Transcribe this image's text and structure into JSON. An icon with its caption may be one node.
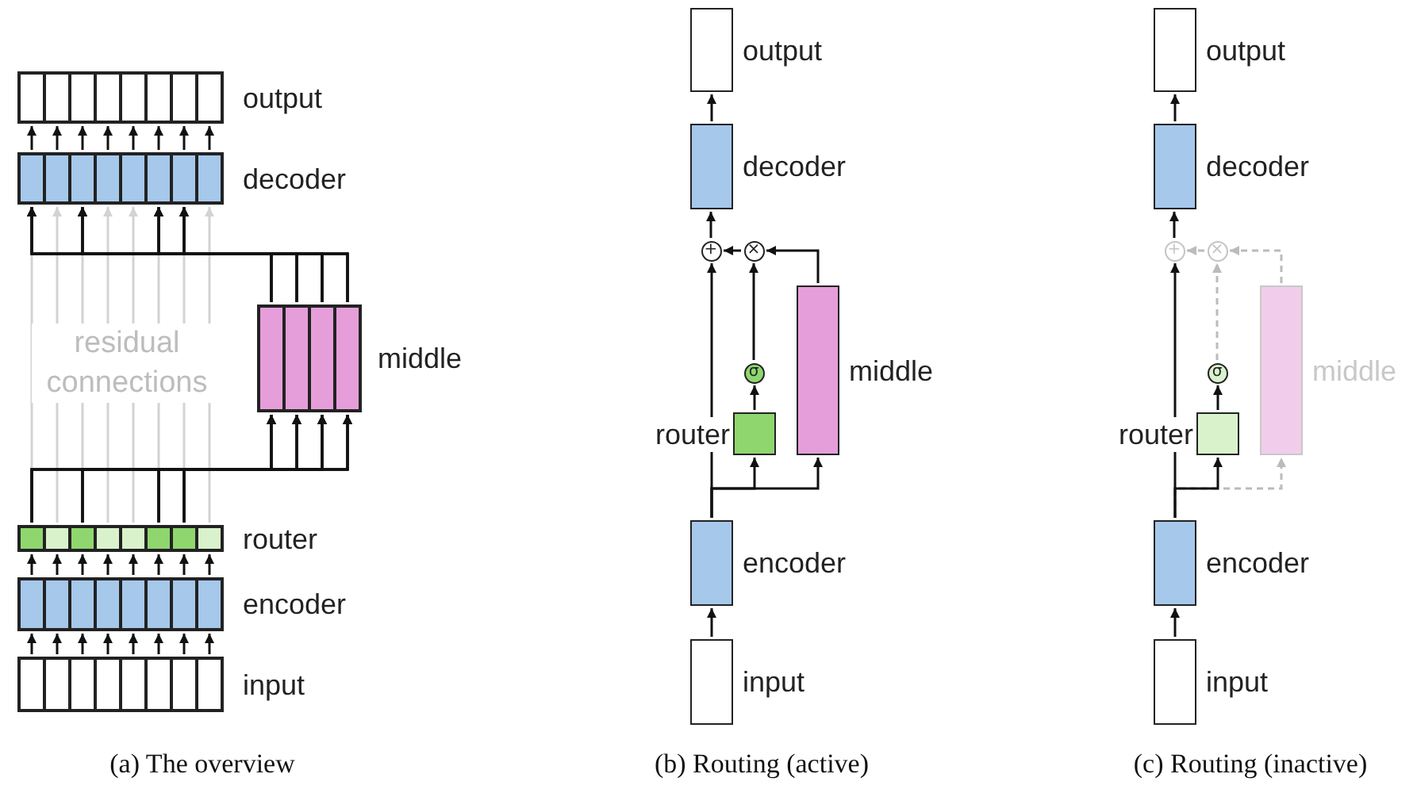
{
  "diagram": {
    "nodes": [
      {
        "text": [],
        "shape": "box",
        "beside": [
          "output"
        ]
      },
      {
        "text": [],
        "shape": "box",
        "in": 0
      },
      {
        "text": [],
        "shape": "box",
        "in": 0
      },
      {
        "text": [],
        "shape": "box",
        "in": 0
      },
      {
        "text": [],
        "shape": "box",
        "in": 0
      },
      {
        "text": [],
        "shape": "box",
        "in": 0
      },
      {
        "text": [],
        "shape": "box",
        "in": 0
      },
      {
        "text": [],
        "shape": "box",
        "in": 0
      },
      {
        "text": [],
        "shape": "box",
        "in": 0
      },
      {
        "text": [],
        "shape": "box",
        "beside": [
          "decoder"
        ]
      },
      {
        "text": [],
        "shape": "box",
        "in": 9
      },
      {
        "text": [],
        "shape": "box",
        "in": 9
      },
      {
        "text": [],
        "shape": "box",
        "in": 9
      },
      {
        "text": [],
        "shape": "box",
        "in": 9
      },
      {
        "text": [],
        "shape": "box",
        "in": 9
      },
      {
        "text": [],
        "shape": "box",
        "in": 9
      },
      {
        "text": [],
        "shape": "box",
        "in": 9
      },
      {
        "text": [],
        "shape": "box",
        "in": 9
      },
      {
        "text": [],
        "shape": "box",
        "beside": [
          "middle"
        ]
      },
      {
        "text": [],
        "shape": "box",
        "in": 18
      },
      {
        "text": [],
        "shape": "box",
        "in": 18
      },
      {
        "text": [],
        "shape": "box",
        "in": 18
      },
      {
        "text": [],
        "shape": "box",
        "in": 18
      },
      {
        "text": [],
        "shape": "box",
        "beside": [
          "router"
        ]
      },
      {
        "text": [],
        "shape": "box",
        "in": 23
      },
      {
        "text": [],
        "shape": "box",
        "in": 23
      },
      {
        "text": [],
        "shape": "box",
        "in": 23
      },
      {
        "text": [],
        "shape": "box",
        "in": 23
      },
      {
        "text": [],
        "shape": "box",
        "in": 23
      },
      {
        "text": [],
        "shape": "box",
        "in": 23
      },
      {
        "text": [],
        "shape": "box",
        "in": 23
      },
      {
        "text": [],
        "shape": "box",
        "in": 23
      },
      {
        "text": [],
        "shape": "box",
        "beside": [
          "encoder"
        ]
      },
      {
        "text": [],
        "shape": "box",
        "in": 32
      },
      {
        "text": [],
        "shape": "box",
        "in": 32
      },
      {
        "text": [],
        "shape": "box",
        "in": 32
      },
      {
        "text": [],
        "shape": "box",
        "in": 32
      },
      {
        "text": [],
        "shape": "box",
        "in": 32
      },
      {
        "text": [],
        "shape": "box",
        "in": 32
      },
      {
        "text": [],
        "shape": "box",
        "in": 32
      },
      {
        "text": [],
        "shape": "box",
        "in": 32
      },
      {
        "text": [],
        "shape": "box",
        "beside": [
          "input"
        ]
      },
      {
        "text": [],
        "shape": "box",
        "in": 41
      },
      {
        "text": [],
        "shape": "box",
        "in": 41
      },
      {
        "text": [],
        "shape": "box",
        "in": 41
      },
      {
        "text": [],
        "shape": "box",
        "in": 41
      },
      {
        "text": [],
        "shape": "box",
        "in": 41
      },
      {
        "text": [],
        "shape": "box",
        "in": 41
      },
      {
        "text": [],
        "shape": "box",
        "in": 41
      },
      {
        "text": [],
        "shape": "box",
        "in": 41
      },
      {
        "text": [],
        "shape": "box",
        "beside": [
          "output"
        ]
      },
      {
        "text": [],
        "shape": "box",
        "beside": [
          "decoder"
        ]
      },
      {
        "text": [
          "+"
        ]
      },
      {
        "text": [
          "×"
        ]
      },
      {
        "text": [
          "σ"
        ]
      },
      {
        "text": [],
        "shape": "box",
        "beside": [
          "middle"
        ]
      },
      {
        "text": [],
        "shape": "box",
        "beside": [
          "router"
        ]
      },
      {
        "text": [],
        "shape": "box",
        "beside": [
          "encoder"
        ]
      },
      {
        "text": [],
        "shape": "box",
        "beside": [
          "input"
        ]
      },
      {
        "text": [],
        "shape": "box",
        "beside": [
          "output"
        ]
      },
      {
        "text": [],
        "shape": "box",
        "beside": [
          "decoder"
        ]
      },
      {
        "text": [
          "+"
        ]
      },
      {
        "text": [
          "×"
        ]
      },
      {
        "text": [
          "σ"
        ]
      },
      {
        "text": [],
        "shape": "box",
        "beside": [
          "middle"
        ]
      },
      {
        "text": [],
        "shape": "box",
        "beside": [
          "router"
        ]
      },
      {
        "text": [],
        "shape": "box",
        "beside": [
          "encoder"
        ]
      },
      {
        "text": [],
        "shape": "box",
        "beside": [
          "input"
        ]
      }
    ],
    "edges": [
      {
        "from": 42,
        "to": 33,
        "arrow": "to"
      },
      {
        "from": 43,
        "to": 34,
        "arrow": "to"
      },
      {
        "from": 44,
        "to": 35,
        "arrow": "to"
      },
      {
        "from": 45,
        "to": 36,
        "arrow": "to"
      },
      {
        "from": 46,
        "to": 37,
        "arrow": "to"
      },
      {
        "from": 47,
        "to": 38,
        "arrow": "to"
      },
      {
        "from": 48,
        "to": 39,
        "arrow": "to"
      },
      {
        "from": 49,
        "to": 40,
        "arrow": "to"
      },
      {
        "from": 33,
        "to": 24,
        "arrow": "to"
      },
      {
        "from": 34,
        "to": 25,
        "arrow": "to"
      },
      {
        "from": 35,
        "to": 26,
        "arrow": "to"
      },
      {
        "from": 36,
        "to": 27,
        "arrow": "to"
      },
      {
        "from": 37,
        "to": 28,
        "arrow": "to"
      },
      {
        "from": 38,
        "to": 29,
        "arrow": "to"
      },
      {
        "from": 39,
        "to": 30,
        "arrow": "to"
      },
      {
        "from": 40,
        "to": 31,
        "arrow": "to"
      },
      {
        "from": 24,
        "to": 10,
        "arrow": "to",
        "color": "#d3d3d3"
      },
      {
        "from": 25,
        "to": 11,
        "arrow": "to",
        "color": "#d3d3d3"
      },
      {
        "from": 26,
        "to": 12,
        "arrow": "to",
        "color": "#d3d3d3"
      },
      {
        "from": 27,
        "to": 13,
        "arrow": "to",
        "color": "#d3d3d3"
      },
      {
        "from": 28,
        "to": 14,
        "arrow": "to",
        "color": "#d3d3d3"
      },
      {
        "from": 29,
        "to": 15,
        "arrow": "to",
        "color": "#d3d3d3"
      },
      {
        "from": 30,
        "to": 16,
        "arrow": "to",
        "color": "#d3d3d3"
      },
      {
        "from": 31,
        "to": 17,
        "arrow": "to",
        "color": "#d3d3d3"
      },
      {
        "from": 24,
        "to": 19,
        "arrow": "to"
      },
      {
        "from": 24,
        "to": 20,
        "arrow": "to"
      },
      {
        "from": 24,
        "to": 21,
        "arrow": "to"
      },
      {
        "from": 24,
        "to": 22,
        "arrow": "to"
      },
      {
        "from": 26,
        "to": 19,
        "arrow": "to"
      },
      {
        "from": 26,
        "to": 20,
        "arrow": "to"
      },
      {
        "from": 26,
        "to": 21,
        "arrow": "to"
      },
      {
        "from": 26,
        "to": 22,
        "arrow": "to"
      },
      {
        "from": 29,
        "to": 19,
        "arrow": "to"
      },
      {
        "from": 29,
        "to": 20,
        "arrow": "to"
      },
      {
        "from": 29,
        "to": 21,
        "arrow": "to"
      },
      {
        "from": 29,
        "to": 22,
        "arrow": "to"
      },
      {
        "from": 30,
        "to": 19,
        "arrow": "to"
      },
      {
        "from": 30,
        "to": 20,
        "arrow": "to"
      },
      {
        "from": 30,
        "to": 21,
        "arrow": "to"
      },
      {
        "from": 30,
        "to": 22,
        "arrow": "to"
      },
      {
        "from": 19,
        "to": 10,
        "arrow": "to"
      },
      {
        "from": 19,
        "to": 12,
        "arrow": "to"
      },
      {
        "from": 19,
        "to": 15,
        "arrow": "to"
      },
      {
        "from": 19,
        "to": 16,
        "arrow": "to"
      },
      {
        "from": 20,
        "to": 10,
        "arrow": "to"
      },
      {
        "from": 20,
        "to": 12,
        "arrow": "to"
      },
      {
        "from": 20,
        "to": 15,
        "arrow": "to"
      },
      {
        "from": 20,
        "to": 16,
        "arrow": "to"
      },
      {
        "from": 21,
        "to": 10,
        "arrow": "to"
      },
      {
        "from": 21,
        "to": 12,
        "arrow": "to"
      },
      {
        "from": 21,
        "to": 15,
        "arrow": "to"
      },
      {
        "from": 21,
        "to": 16,
        "arrow": "to"
      },
      {
        "from": 22,
        "to": 10,
        "arrow": "to"
      },
      {
        "from": 22,
        "to": 12,
        "arrow": "to"
      },
      {
        "from": 22,
        "to": 15,
        "arrow": "to"
      },
      {
        "from": 22,
        "to": 16,
        "arrow": "to"
      },
      {
        "from": 10,
        "to": 1,
        "arrow": "to"
      },
      {
        "from": 11,
        "to": 2,
        "arrow": "to"
      },
      {
        "from": 12,
        "to": 3,
        "arrow": "to"
      },
      {
        "from": 13,
        "to": 4,
        "arrow": "to"
      },
      {
        "from": 14,
        "to": 5,
        "arrow": "to"
      },
      {
        "from": 15,
        "to": 6,
        "arrow": "to"
      },
      {
        "from": 16,
        "to": 7,
        "arrow": "to"
      },
      {
        "from": 17,
        "to": 8,
        "arrow": "to"
      },
      {
        "from": 58,
        "to": 57,
        "arrow": "to"
      },
      {
        "from": 57,
        "to": 52,
        "arrow": "to"
      },
      {
        "from": 57,
        "to": 56,
        "arrow": "to"
      },
      {
        "from": 57,
        "to": 55,
        "arrow": "to"
      },
      {
        "from": 56,
        "to": 54,
        "arrow": "to"
      },
      {
        "from": 54,
        "to": 53,
        "arrow": "to"
      },
      {
        "from": 55,
        "to": 53,
        "arrow": "to"
      },
      {
        "from": 53,
        "to": 52,
        "arrow": "to"
      },
      {
        "from": 52,
        "to": 51,
        "arrow": "to"
      },
      {
        "from": 51,
        "to": 50,
        "arrow": "to"
      },
      {
        "from": 67,
        "to": 66,
        "arrow": "to"
      },
      {
        "from": 66,
        "to": 61,
        "arrow": "to"
      },
      {
        "from": 66,
        "to": 65,
        "arrow": "to"
      },
      {
        "from": 66,
        "to": 64,
        "arrow": "to",
        "style": "dashed",
        "color": "#bbbbbb"
      },
      {
        "from": 65,
        "to": 63,
        "arrow": "to"
      },
      {
        "from": 63,
        "to": 62,
        "arrow": "to",
        "style": "dashed",
        "color": "#bbbbbb"
      },
      {
        "from": 64,
        "to": 62,
        "arrow": "to",
        "style": "dashed",
        "color": "#bbbbbb"
      },
      {
        "from": 62,
        "to": 61,
        "arrow": "to",
        "style": "dashed",
        "color": "#bbbbbb"
      },
      {
        "from": 61,
        "to": 60,
        "arrow": "to"
      },
      {
        "from": 60,
        "to": 59,
        "arrow": "to"
      }
    ],
    "labels": [
      "residual connections",
      "(a) The overview",
      "(b) Routing (active)",
      "(c) Routing (inactive)"
    ]
  }
}
